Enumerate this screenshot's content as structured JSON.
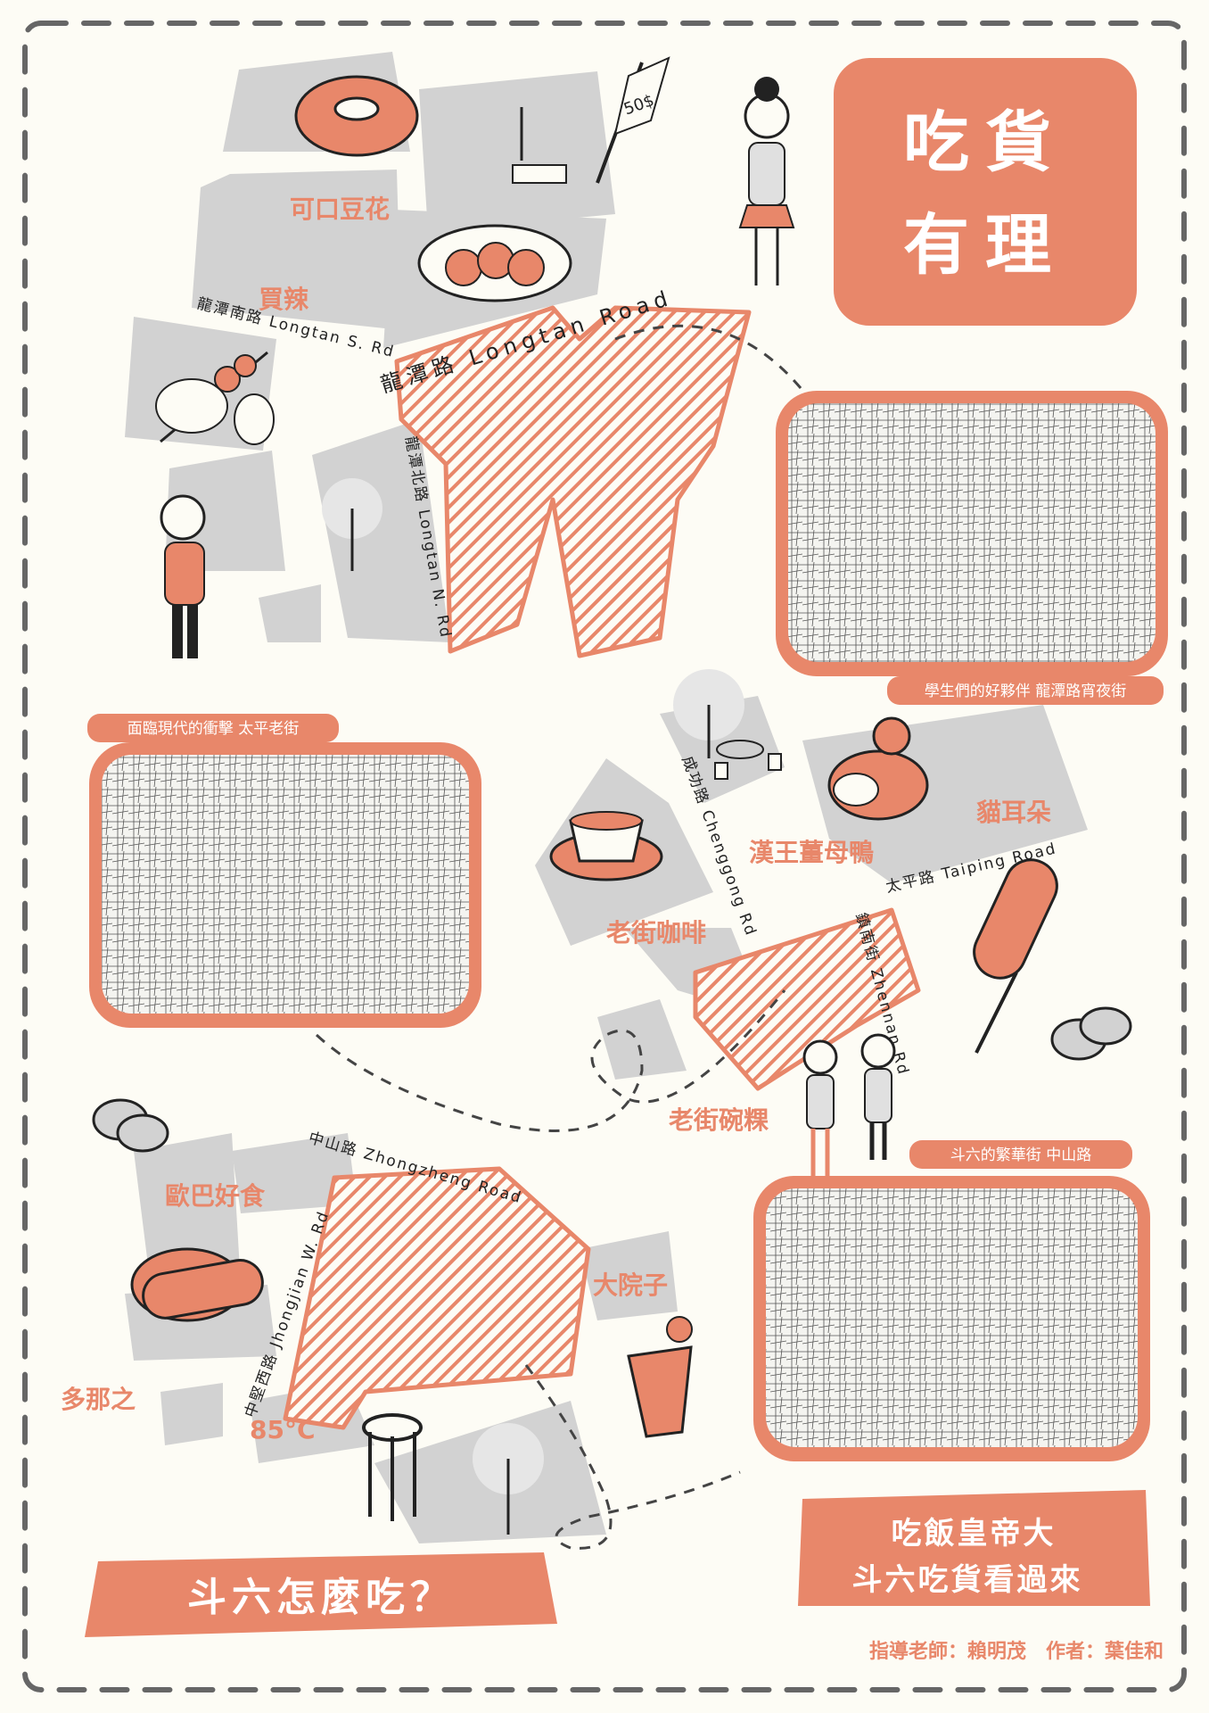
{
  "poster": {
    "title_line1": "吃貨",
    "title_line2": "有理",
    "bottom_title": "斗六怎麼吃？",
    "slogan_line1": "吃飯皇帝大",
    "slogan_line2": "斗六吃貨看過來",
    "credits": "指導老師：賴明茂　作者：葉佳和",
    "flag_price": "50$"
  },
  "roads": {
    "longtan_road": "龍潭路  Longtan Road",
    "longtan_s": "龍潭南路 Longtan S. Rd",
    "longtan_n": "龍潭北路 Longtan N. Rd",
    "chenggong": "成功路 Chenggong Rd",
    "taiping": "太平路 Taiping Road",
    "zhennan": "鎮南街 Zhennan Rd",
    "zhongshan": "中山路 Zhongzheng Road",
    "zhongjian": "中堅西路 Jhongjian W. Rd"
  },
  "places": {
    "kekou_douhua": "可口豆花",
    "mai_la": "買辣",
    "maoerduo": "貓耳朵",
    "hanwang_muya": "漢王薑母鴨",
    "laojie_kafei": "老街咖啡",
    "laojie_wangguo": "老街碗粿",
    "ouba_haoshi": "歐巴好食",
    "dayuanzi": "大院子",
    "duonazhi": "多那之",
    "c85": "85°C"
  },
  "photos": {
    "longtan_night_market": "學生們的好夥伴 龍潭路宵夜街",
    "taiping_old_street": "面臨現代的衝擊 太平老街",
    "zhongshan_road": "斗六的繁華街 中山路"
  },
  "colors": {
    "accent": "#e8876a",
    "block": "#d2d2d2",
    "background": "#fdfcf5",
    "border": "#666666"
  }
}
